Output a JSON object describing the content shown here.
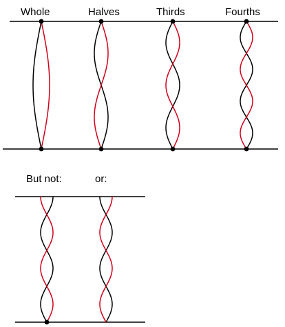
{
  "labels": {
    "whole": "Whole",
    "halves": "Halves",
    "thirds": "Thirds",
    "fourths": "Fourths",
    "but_not": "But not:",
    "or": "or:"
  },
  "colors": {
    "line": "#000000",
    "string_a": "#000000",
    "string_b": "#d0001a"
  },
  "modes": [
    {
      "name": "whole",
      "loops": 1,
      "starts_with_node": true,
      "ends_with_node": true
    },
    {
      "name": "halves",
      "loops": 2,
      "starts_with_node": true,
      "ends_with_node": true
    },
    {
      "name": "thirds",
      "loops": 3,
      "starts_with_node": true,
      "ends_with_node": true
    },
    {
      "name": "fourths",
      "loops": 4,
      "starts_with_node": true,
      "ends_with_node": true
    },
    {
      "name": "but_not",
      "loops": 3.5,
      "starts_with_node": false,
      "ends_with_node": true
    },
    {
      "name": "or",
      "loops": 3.5,
      "starts_with_node": false,
      "ends_with_node": false
    }
  ]
}
